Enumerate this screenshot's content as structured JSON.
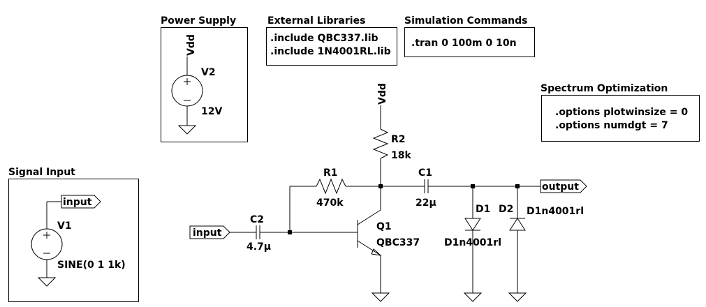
{
  "groups": {
    "power_supply": {
      "title": "Power Supply"
    },
    "external_libraries": {
      "title": "External Libraries",
      "lines": [
        ".include QBC337.lib",
        ".include 1N4001RL.lib"
      ]
    },
    "simulation_commands": {
      "title": "Simulation Commands",
      "lines": [
        ".tran 0 100m 0 10n"
      ]
    },
    "spectrum_optimization": {
      "title": "Spectrum Optimization",
      "lines": [
        ".options plotwinsize = 0",
        ".options numdgt = 7"
      ]
    },
    "signal_input": {
      "title": "Signal Input"
    }
  },
  "components": {
    "V2": {
      "name": "V2",
      "value": "12V"
    },
    "V1": {
      "name": "V1",
      "value": "SINE(0 1 1k)"
    },
    "R1": {
      "name": "R1",
      "value": "470k"
    },
    "R2": {
      "name": "R2",
      "value": "18k"
    },
    "C1": {
      "name": "C1",
      "value": "22µ"
    },
    "C2": {
      "name": "C2",
      "value": "4.7µ"
    },
    "Q1": {
      "name": "Q1",
      "value": "QBC337"
    },
    "D1": {
      "name": "D1",
      "value": "D1n4001rl"
    },
    "D2": {
      "name": "D2",
      "value": "D1n4001rl"
    }
  },
  "net_labels": {
    "vdd_supply": "Vdd",
    "vdd_collector": "Vdd",
    "input_source": "input",
    "input_amp": "input",
    "output": "output"
  }
}
